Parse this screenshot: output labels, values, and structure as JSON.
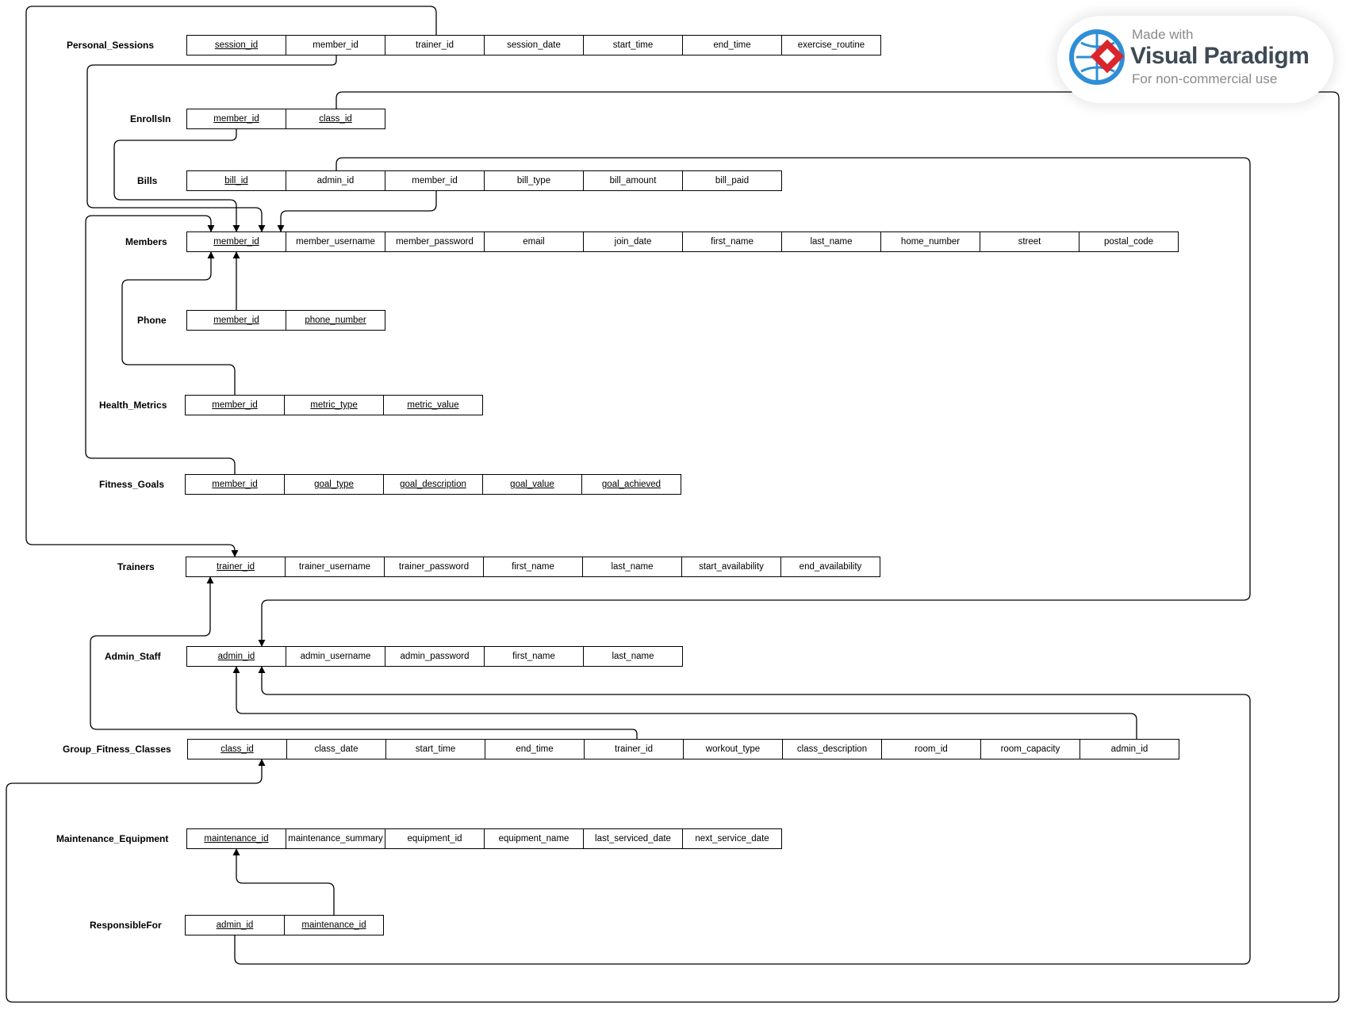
{
  "badge": {
    "made_with": "Made with",
    "brand": "Visual Paradigm",
    "note": "For non-commercial use",
    "colors": {
      "globe": "#2f8fd6",
      "diamond": "#d9252b",
      "text": "#3e4a55"
    }
  },
  "tables": [
    {
      "label": "Personal_Sessions",
      "columns": [
        {
          "name": "session_id",
          "pk": true
        },
        {
          "name": "member_id"
        },
        {
          "name": "trainer_id"
        },
        {
          "name": "session_date"
        },
        {
          "name": "start_time"
        },
        {
          "name": "end_time"
        },
        {
          "name": "exercise_routine"
        }
      ]
    },
    {
      "label": "EnrollsIn",
      "columns": [
        {
          "name": "member_id",
          "pk": true
        },
        {
          "name": "class_id",
          "pk": true
        }
      ]
    },
    {
      "label": "Bills",
      "columns": [
        {
          "name": "bill_id",
          "pk": true
        },
        {
          "name": "admin_id"
        },
        {
          "name": "member_id"
        },
        {
          "name": "bill_type"
        },
        {
          "name": "bill_amount"
        },
        {
          "name": "bill_paid"
        }
      ]
    },
    {
      "label": "Members",
      "columns": [
        {
          "name": "member_id",
          "pk": true
        },
        {
          "name": "member_username"
        },
        {
          "name": "member_password"
        },
        {
          "name": "email"
        },
        {
          "name": "join_date"
        },
        {
          "name": "first_name"
        },
        {
          "name": "last_name"
        },
        {
          "name": "home_number"
        },
        {
          "name": "street"
        },
        {
          "name": "postal_code"
        }
      ]
    },
    {
      "label": "Phone",
      "columns": [
        {
          "name": "member_id",
          "pk": true
        },
        {
          "name": "phone_number",
          "pk": true
        }
      ]
    },
    {
      "label": "Health_Metrics",
      "columns": [
        {
          "name": "member_id",
          "pk": true
        },
        {
          "name": "metric_type",
          "pk": true
        },
        {
          "name": "metric_value",
          "pk": true
        }
      ]
    },
    {
      "label": "Fitness_Goals",
      "columns": [
        {
          "name": "member_id",
          "pk": true
        },
        {
          "name": "goal_type",
          "pk": true
        },
        {
          "name": "goal_description",
          "pk": true
        },
        {
          "name": "goal_value",
          "pk": true
        },
        {
          "name": "goal_achieved",
          "pk": true
        }
      ]
    },
    {
      "label": "Trainers",
      "columns": [
        {
          "name": "trainer_id",
          "pk": true
        },
        {
          "name": "trainer_username"
        },
        {
          "name": "trainer_password"
        },
        {
          "name": "first_name"
        },
        {
          "name": "last_name"
        },
        {
          "name": "start_availability"
        },
        {
          "name": "end_availability"
        }
      ]
    },
    {
      "label": "Admin_Staff",
      "columns": [
        {
          "name": "admin_id",
          "pk": true
        },
        {
          "name": "admin_username"
        },
        {
          "name": "admin_password"
        },
        {
          "name": "first_name"
        },
        {
          "name": "last_name"
        }
      ]
    },
    {
      "label": "Group_Fitness_Classes",
      "columns": [
        {
          "name": "class_id",
          "pk": true
        },
        {
          "name": "class_date"
        },
        {
          "name": "start_time"
        },
        {
          "name": "end_time"
        },
        {
          "name": "trainer_id"
        },
        {
          "name": "workout_type"
        },
        {
          "name": "class_description"
        },
        {
          "name": "room_id"
        },
        {
          "name": "room_capacity"
        },
        {
          "name": "admin_id"
        }
      ]
    },
    {
      "label": "Maintenance_Equipment",
      "columns": [
        {
          "name": "maintenance_id",
          "pk": true
        },
        {
          "name": "maintenance_summary"
        },
        {
          "name": "equipment_id"
        },
        {
          "name": "equipment_name"
        },
        {
          "name": "last_serviced_date"
        },
        {
          "name": "next_service_date"
        }
      ]
    },
    {
      "label": "ResponsibleFor",
      "columns": [
        {
          "name": "admin_id",
          "pk": true
        },
        {
          "name": "maintenance_id",
          "pk": true
        }
      ]
    }
  ]
}
